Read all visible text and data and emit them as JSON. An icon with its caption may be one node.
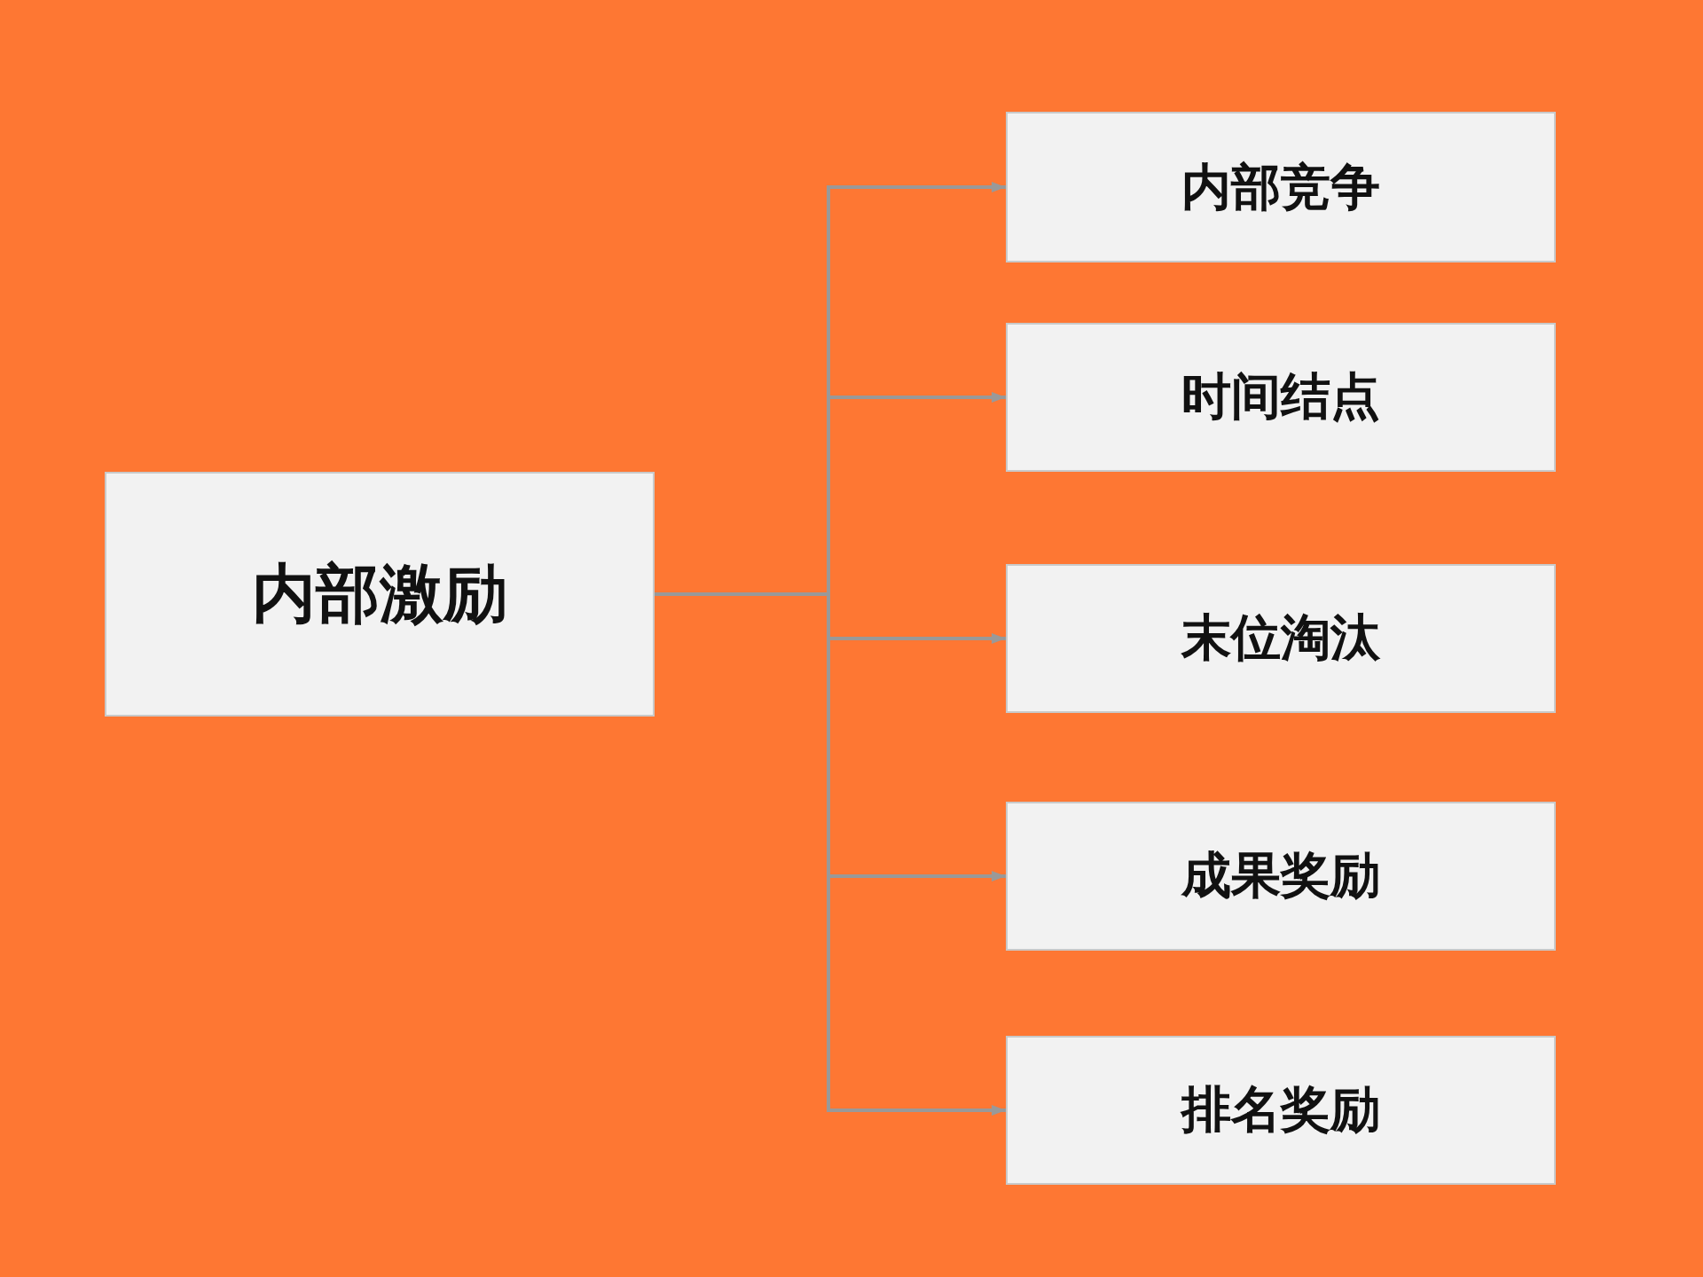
{
  "diagram": {
    "nodes": [
      {
        "text": [
          "内部激励"
        ]
      },
      {
        "text": [
          "内部竞争"
        ]
      },
      {
        "text": [
          "时间结点"
        ]
      },
      {
        "text": [
          "末位淘汰"
        ]
      },
      {
        "text": [
          "成果奖励"
        ]
      },
      {
        "text": [
          "排名奖励"
        ]
      }
    ],
    "edges": [
      {
        "from": 0,
        "to": 1,
        "arrow": "to"
      },
      {
        "from": 0,
        "to": 2,
        "arrow": "to"
      },
      {
        "from": 0,
        "to": 3,
        "arrow": "to"
      },
      {
        "from": 0,
        "to": 4,
        "arrow": "to"
      },
      {
        "from": 0,
        "to": 5,
        "arrow": "to"
      }
    ]
  }
}
